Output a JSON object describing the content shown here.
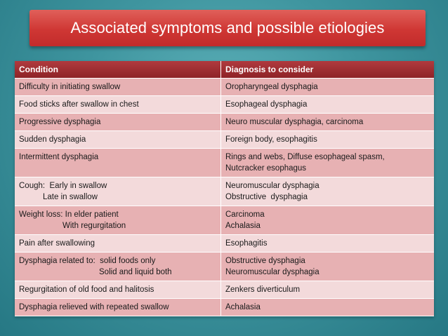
{
  "slide": {
    "title": "Associated symptoms and possible etiologies"
  },
  "table": {
    "headers": [
      "Condition",
      "Diagnosis to  consider"
    ],
    "rows": [
      {
        "condition": [
          "Difficulty in initiating swallow"
        ],
        "diagnosis": [
          "Oropharyngeal dysphagia"
        ]
      },
      {
        "condition": [
          "Food sticks after swallow in chest"
        ],
        "diagnosis": [
          "Esophageal dysphagia"
        ]
      },
      {
        "condition": [
          "Progressive dysphagia"
        ],
        "diagnosis": [
          "Neuro muscular dysphagia, carcinoma"
        ]
      },
      {
        "condition": [
          "Sudden dysphagia"
        ],
        "diagnosis": [
          "Foreign body, esophagitis"
        ]
      },
      {
        "condition": [
          "Intermittent dysphagia"
        ],
        "diagnosis": [
          "Rings and webs, Diffuse esophageal spasm,",
          "Nutcracker esophagus"
        ]
      },
      {
        "condition": [
          "Cough:  Early in swallow",
          "Late in swallow"
        ],
        "diagnosis": [
          "Neuromuscular dysphagia",
          "Obstructive  dysphagia"
        ]
      },
      {
        "condition": [
          "Weight loss: In elder patient",
          "With regurgitation"
        ],
        "diagnosis": [
          "Carcinoma",
          "Achalasia"
        ]
      },
      {
        "condition": [
          "Pain after swallowing"
        ],
        "diagnosis": [
          "Esophagitis"
        ]
      },
      {
        "condition": [
          "Dysphagia related to:  solid foods only",
          "Solid and liquid both"
        ],
        "diagnosis": [
          "Obstructive dysphagia",
          "Neuromuscular dysphagia"
        ]
      },
      {
        "condition": [
          "Regurgitation of old food and halitosis"
        ],
        "diagnosis": [
          "Zenkers diverticulum"
        ]
      },
      {
        "condition": [
          "Dysphagia relieved with repeated swallow"
        ],
        "diagnosis": [
          "Achalasia"
        ]
      }
    ]
  }
}
